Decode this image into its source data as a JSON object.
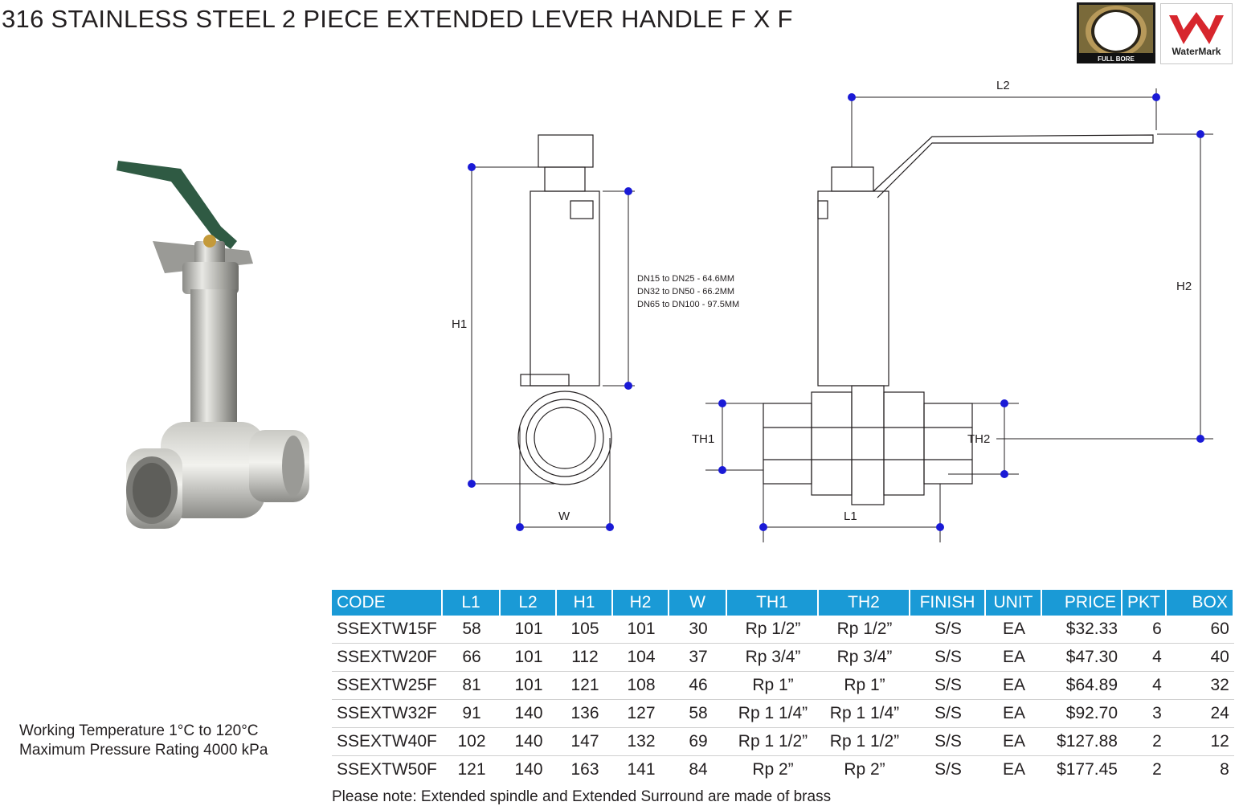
{
  "title": "316 STAINLESS STEEL 2 PIECE EXTENDED LEVER HANDLE  F X F",
  "logos": {
    "fullbore_text": "FULL BORE",
    "watermark_text": "WaterMark"
  },
  "drawing": {
    "labels": {
      "h1": "H1",
      "h2": "H2",
      "l1": "L1",
      "l2": "L2",
      "w": "W",
      "th1": "TH1",
      "th2": "TH2"
    },
    "dimension_notes": [
      "DN15 to DN25   - 64.6MM",
      "DN32 to DN50   - 66.2MM",
      "DN65 to DN100 - 97.5MM"
    ],
    "accent_color": "#1a1ad6"
  },
  "specs": {
    "working_temperature": "Working Temperature  1°C to 120°C",
    "max_pressure": "Maximum Pressure Rating  4000 kPa"
  },
  "table": {
    "header_color": "#1a9ad6",
    "columns": [
      "CODE",
      "L1",
      "L2",
      "H1",
      "H2",
      "W",
      "TH1",
      "TH2",
      "FINISH",
      "UNIT",
      "PRICE",
      "PKT",
      "BOX"
    ],
    "rows": [
      [
        "SSEXTW15F",
        "58",
        "101",
        "105",
        "101",
        "30",
        "Rp 1/2”",
        "Rp 1/2”",
        "S/S",
        "EA",
        "$32.33",
        "6",
        "60"
      ],
      [
        "SSEXTW20F",
        "66",
        "101",
        "112",
        "104",
        "37",
        "Rp 3/4”",
        "Rp 3/4”",
        "S/S",
        "EA",
        "$47.30",
        "4",
        "40"
      ],
      [
        "SSEXTW25F",
        "81",
        "101",
        "121",
        "108",
        "46",
        "Rp 1”",
        "Rp 1”",
        "S/S",
        "EA",
        "$64.89",
        "4",
        "32"
      ],
      [
        "SSEXTW32F",
        "91",
        "140",
        "136",
        "127",
        "58",
        "Rp 1 1/4”",
        "Rp 1 1/4”",
        "S/S",
        "EA",
        "$92.70",
        "3",
        "24"
      ],
      [
        "SSEXTW40F",
        "102",
        "140",
        "147",
        "132",
        "69",
        "Rp 1 1/2”",
        "Rp 1 1/2”",
        "S/S",
        "EA",
        "$127.88",
        "2",
        "12"
      ],
      [
        "SSEXTW50F",
        "121",
        "140",
        "163",
        "141",
        "84",
        "Rp 2”",
        "Rp 2”",
        "S/S",
        "EA",
        "$177.45",
        "2",
        "8"
      ]
    ]
  },
  "note": "Please note: Extended spindle and Extended Surround are made of brass"
}
